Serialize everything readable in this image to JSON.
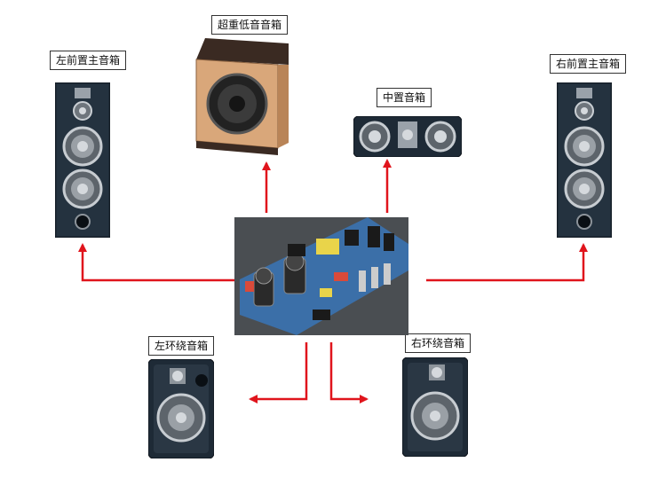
{
  "labels": {
    "left_front": "左前置主音箱",
    "subwoofer": "超重低音音箱",
    "center": "中置音箱",
    "right_front": "右前置主音箱",
    "left_surround": "左环绕音箱",
    "right_surround": "右环绕音箱"
  },
  "colors": {
    "arrow": "#e0141c",
    "speaker_body": "#1e2a36",
    "sub_wood": "#d9a77a",
    "pcb": "#4a4e52"
  }
}
